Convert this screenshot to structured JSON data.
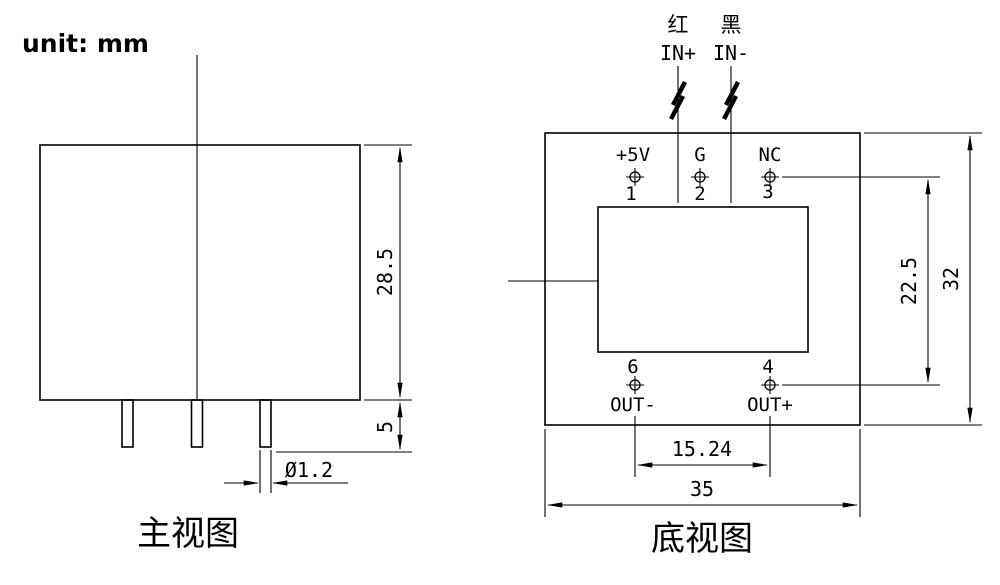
{
  "unit_label": "unit: mm",
  "front_view": {
    "title": "主视图",
    "dim_height": "28.5",
    "dim_pin_length": "5",
    "dim_pin_diameter": "Ø1.2"
  },
  "bottom_view": {
    "title": "底视图",
    "wire_red": "红",
    "wire_black": "黑",
    "wire_red_signal": "IN+",
    "wire_black_signal": "IN-",
    "pins_top": [
      {
        "label": "+5V",
        "number": "1"
      },
      {
        "label": "G",
        "number": "2"
      },
      {
        "label": "NC",
        "number": "3"
      }
    ],
    "pins_bottom": [
      {
        "label": "OUT-",
        "number": "6"
      },
      {
        "label": "OUT+",
        "number": "4"
      }
    ],
    "dim_inner_height": "22.5",
    "dim_height": "32",
    "dim_pin_spacing": "15.24",
    "dim_width": "35"
  }
}
